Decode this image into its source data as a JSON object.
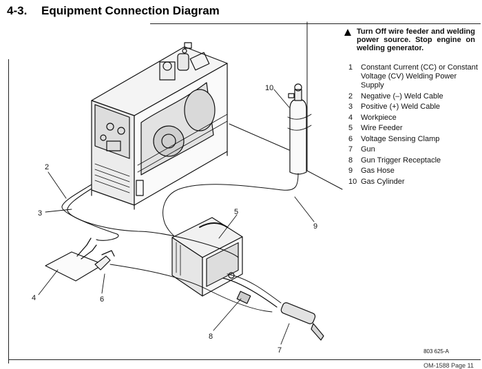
{
  "header": {
    "number": "4-3.",
    "title": "Equipment Connection Diagram"
  },
  "warning": {
    "text": "Turn Off wire feeder and welding power source. Stop engine on welding generator."
  },
  "legend": [
    {
      "num": "1",
      "label": "Constant Current (CC) or Constant Voltage (CV) Welding Power Supply"
    },
    {
      "num": "2",
      "label": "Negative (–) Weld Cable"
    },
    {
      "num": "3",
      "label": "Positive (+) Weld Cable"
    },
    {
      "num": "4",
      "label": "Workpiece"
    },
    {
      "num": "5",
      "label": "Wire Feeder"
    },
    {
      "num": "6",
      "label": "Voltage Sensing Clamp"
    },
    {
      "num": "7",
      "label": "Gun"
    },
    {
      "num": "8",
      "label": "Gun Trigger Receptacle"
    },
    {
      "num": "9",
      "label": "Gas Hose"
    },
    {
      "num": "10",
      "label": "Gas Cylinder"
    }
  ],
  "callouts": {
    "c2": "2",
    "c3": "3",
    "c4": "4",
    "c5": "5",
    "c6": "6",
    "c7": "7",
    "c8": "8",
    "c9": "9",
    "c10": "10"
  },
  "figure_ref": "803 625-A",
  "footer": "OM-1588 Page 11"
}
